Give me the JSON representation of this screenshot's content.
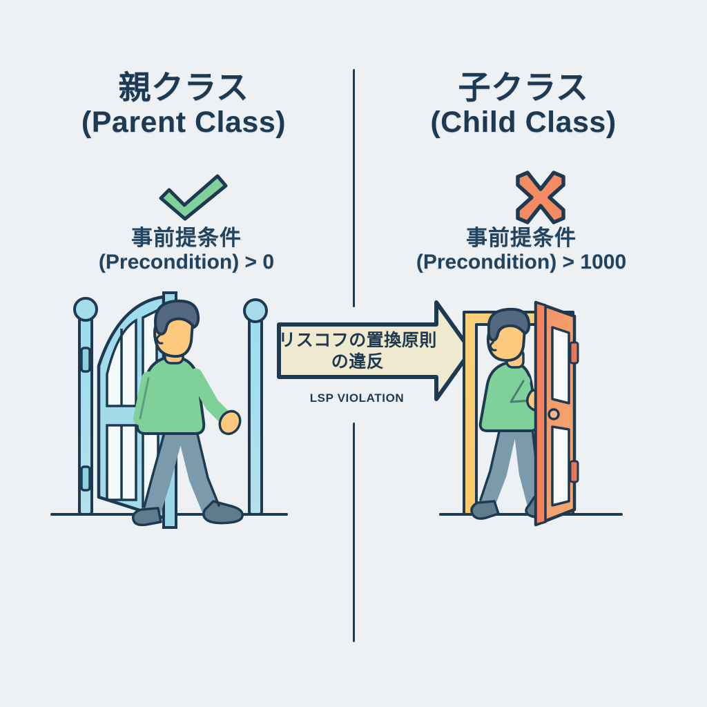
{
  "background_color": "#edf1f4",
  "ink_color": "#1d3a52",
  "columns": {
    "left": {
      "title_jp": "親クラス",
      "title_en": "(Parent Class)",
      "status_icon": "check-mark-icon",
      "status_color": "#7fd199",
      "precondition_jp": "事前提条件",
      "precondition_en": "(Precondition) > 0",
      "precondition_value": 0,
      "door_state": "open",
      "door_color": "#9ed8ea"
    },
    "right": {
      "title_jp": "子クラス",
      "title_en": "(Child Class)",
      "status_icon": "cross-mark-icon",
      "status_color": "#f58b62",
      "precondition_jp": "事前提条件",
      "precondition_en": "(Precondition) > 1000",
      "precondition_value": 1000,
      "door_state": "nearly-closed",
      "door_color": "#f2865c",
      "frame_color": "#fac86b"
    }
  },
  "arrow": {
    "label_jp": "リスコフの置換原則\nの違反",
    "label_jp_line1": "リスコフの置換原則",
    "label_jp_line2": "の違反",
    "label_en": "LSP VIOLATION",
    "fill_color": "#efe9cf",
    "outline_color": "#1d3a52",
    "direction": "right"
  },
  "figure": {
    "skin_color": "#fcc97f",
    "hair_color": "#53687e",
    "sweater_color": "#7fd199",
    "pants_color": "#7b9aab",
    "shoe_color": "#5f7b8c"
  }
}
